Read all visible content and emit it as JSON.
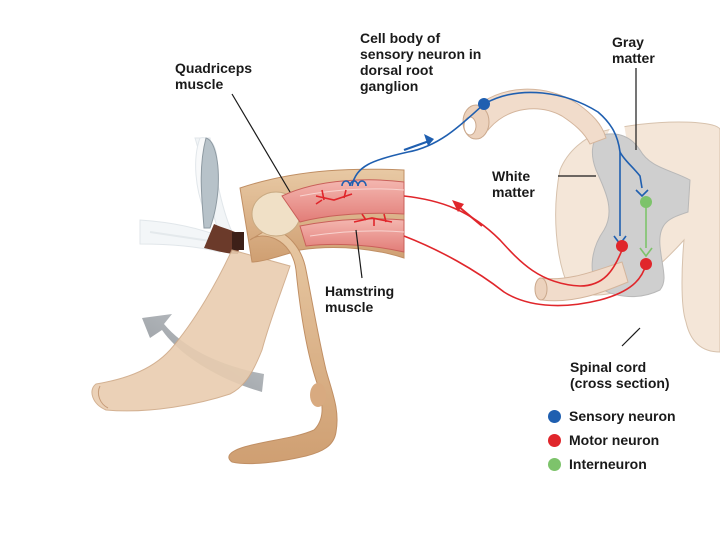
{
  "labels": {
    "quadriceps": "Quadriceps\nmuscle",
    "cell_body": "Cell body of\nsensory neuron in\ndorsal root\nganglion",
    "gray_matter": "Gray\nmatter",
    "white_matter": "White\nmatter",
    "hamstring": "Hamstring\nmuscle",
    "spinal_cord": "Spinal cord\n(cross section)"
  },
  "legend": [
    {
      "label": "Sensory neuron",
      "color": "#1f5fb0"
    },
    {
      "label": "Motor neuron",
      "color": "#e0262b"
    },
    {
      "label": "Interneuron",
      "color": "#7dc36b"
    }
  ]
}
